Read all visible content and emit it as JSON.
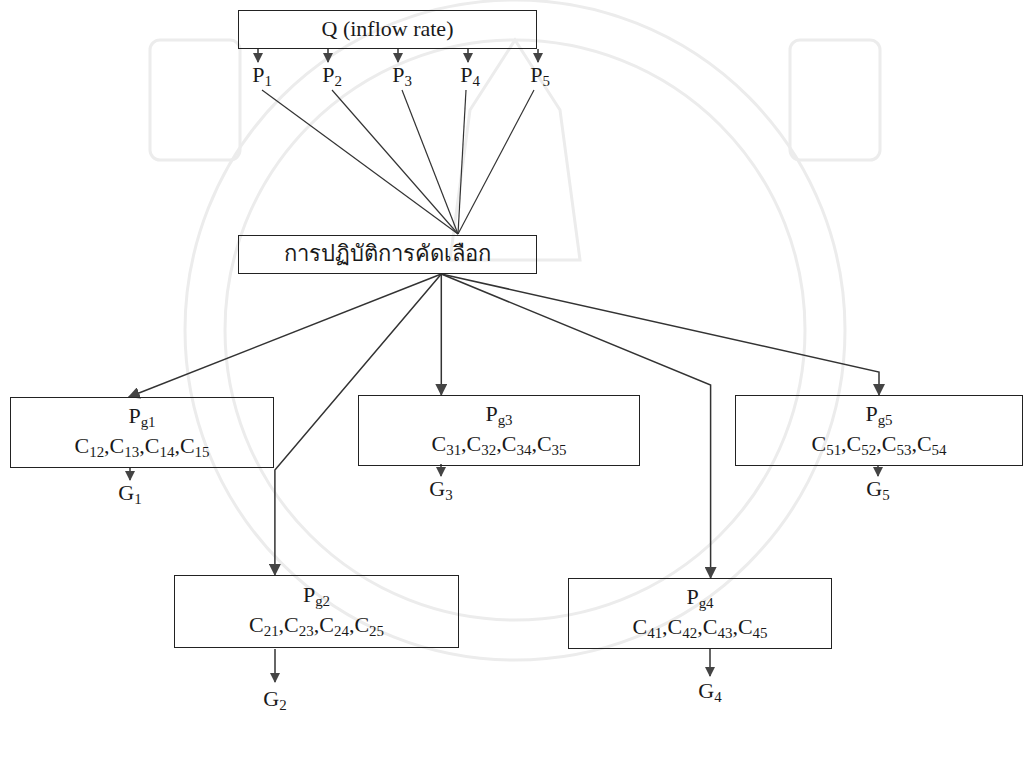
{
  "diagram": {
    "nodes": [
      {
        "text": [
          "Q (inflow rate)"
        ]
      },
      {
        "text": [
          "การปฏิบัติการคัดเลือก"
        ]
      },
      {
        "text": [
          "Pg1",
          "C12,C13,C14,C15"
        ]
      },
      {
        "text": [
          "Pg3",
          "C31,C32,C34,C35"
        ]
      },
      {
        "text": [
          "Pg5",
          "C51,C52,C53,C54"
        ]
      },
      {
        "text": [
          "Pg2",
          "C21,C23,C24,C25"
        ]
      },
      {
        "text": [
          "Pg4",
          "C41,C42,C43,C45"
        ]
      }
    ],
    "edges": [
      {
        "from": 1,
        "to": 2,
        "arrow": "to"
      },
      {
        "from": 1,
        "to": 3,
        "arrow": "to"
      },
      {
        "from": 1,
        "to": 4,
        "arrow": "to"
      },
      {
        "from": 1,
        "to": 5,
        "arrow": "to"
      },
      {
        "from": 1,
        "to": 6,
        "arrow": "to"
      }
    ],
    "labels": [
      "P1",
      "P2",
      "P3",
      "P4",
      "P5",
      "G1",
      "G3",
      "G5",
      "G2",
      "G4"
    ]
  }
}
